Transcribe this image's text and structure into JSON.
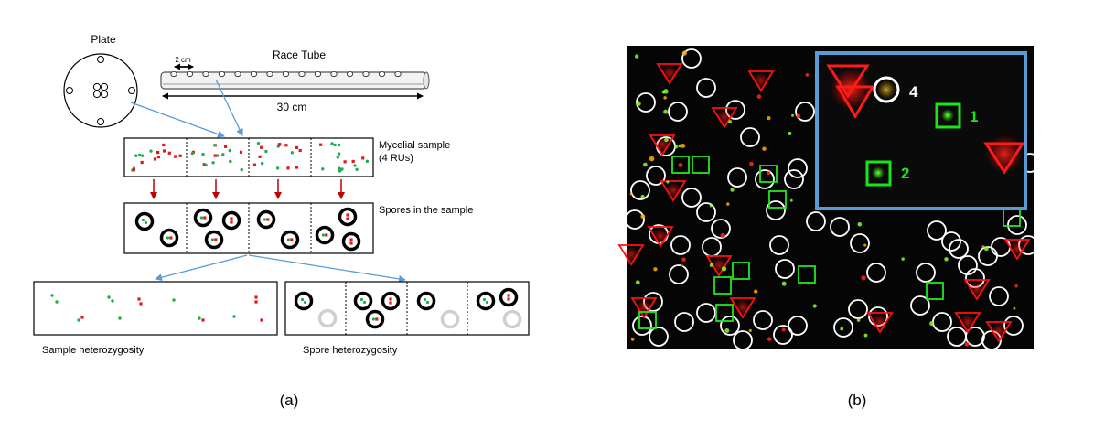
{
  "panel_a": {
    "plate_label": "Plate",
    "race_tube_label": "Race Tube",
    "hole_spacing_label": "2 cm",
    "tube_length_label": "30 cm",
    "mycelial_label_line1": "Mycelial sample",
    "mycelial_label_line2": "(4 RUs)",
    "spores_label": "Spores in the sample",
    "sample_het_label": "Sample heterozygosity",
    "spore_het_label": "Spore heterozygosity",
    "caption": "(a)"
  },
  "panel_b": {
    "inset_labels": [
      "4",
      "1",
      "2"
    ],
    "caption": "(b)"
  },
  "colors": {
    "green_nucleus": "#1fae4c",
    "red_nucleus": "#e0191e",
    "arrow_blue": "#5b9bd5",
    "arrow_red": "#c00000",
    "marker_green": "#00ff00",
    "marker_red": "#ff0000",
    "inset_border": "#5b9bd5"
  }
}
